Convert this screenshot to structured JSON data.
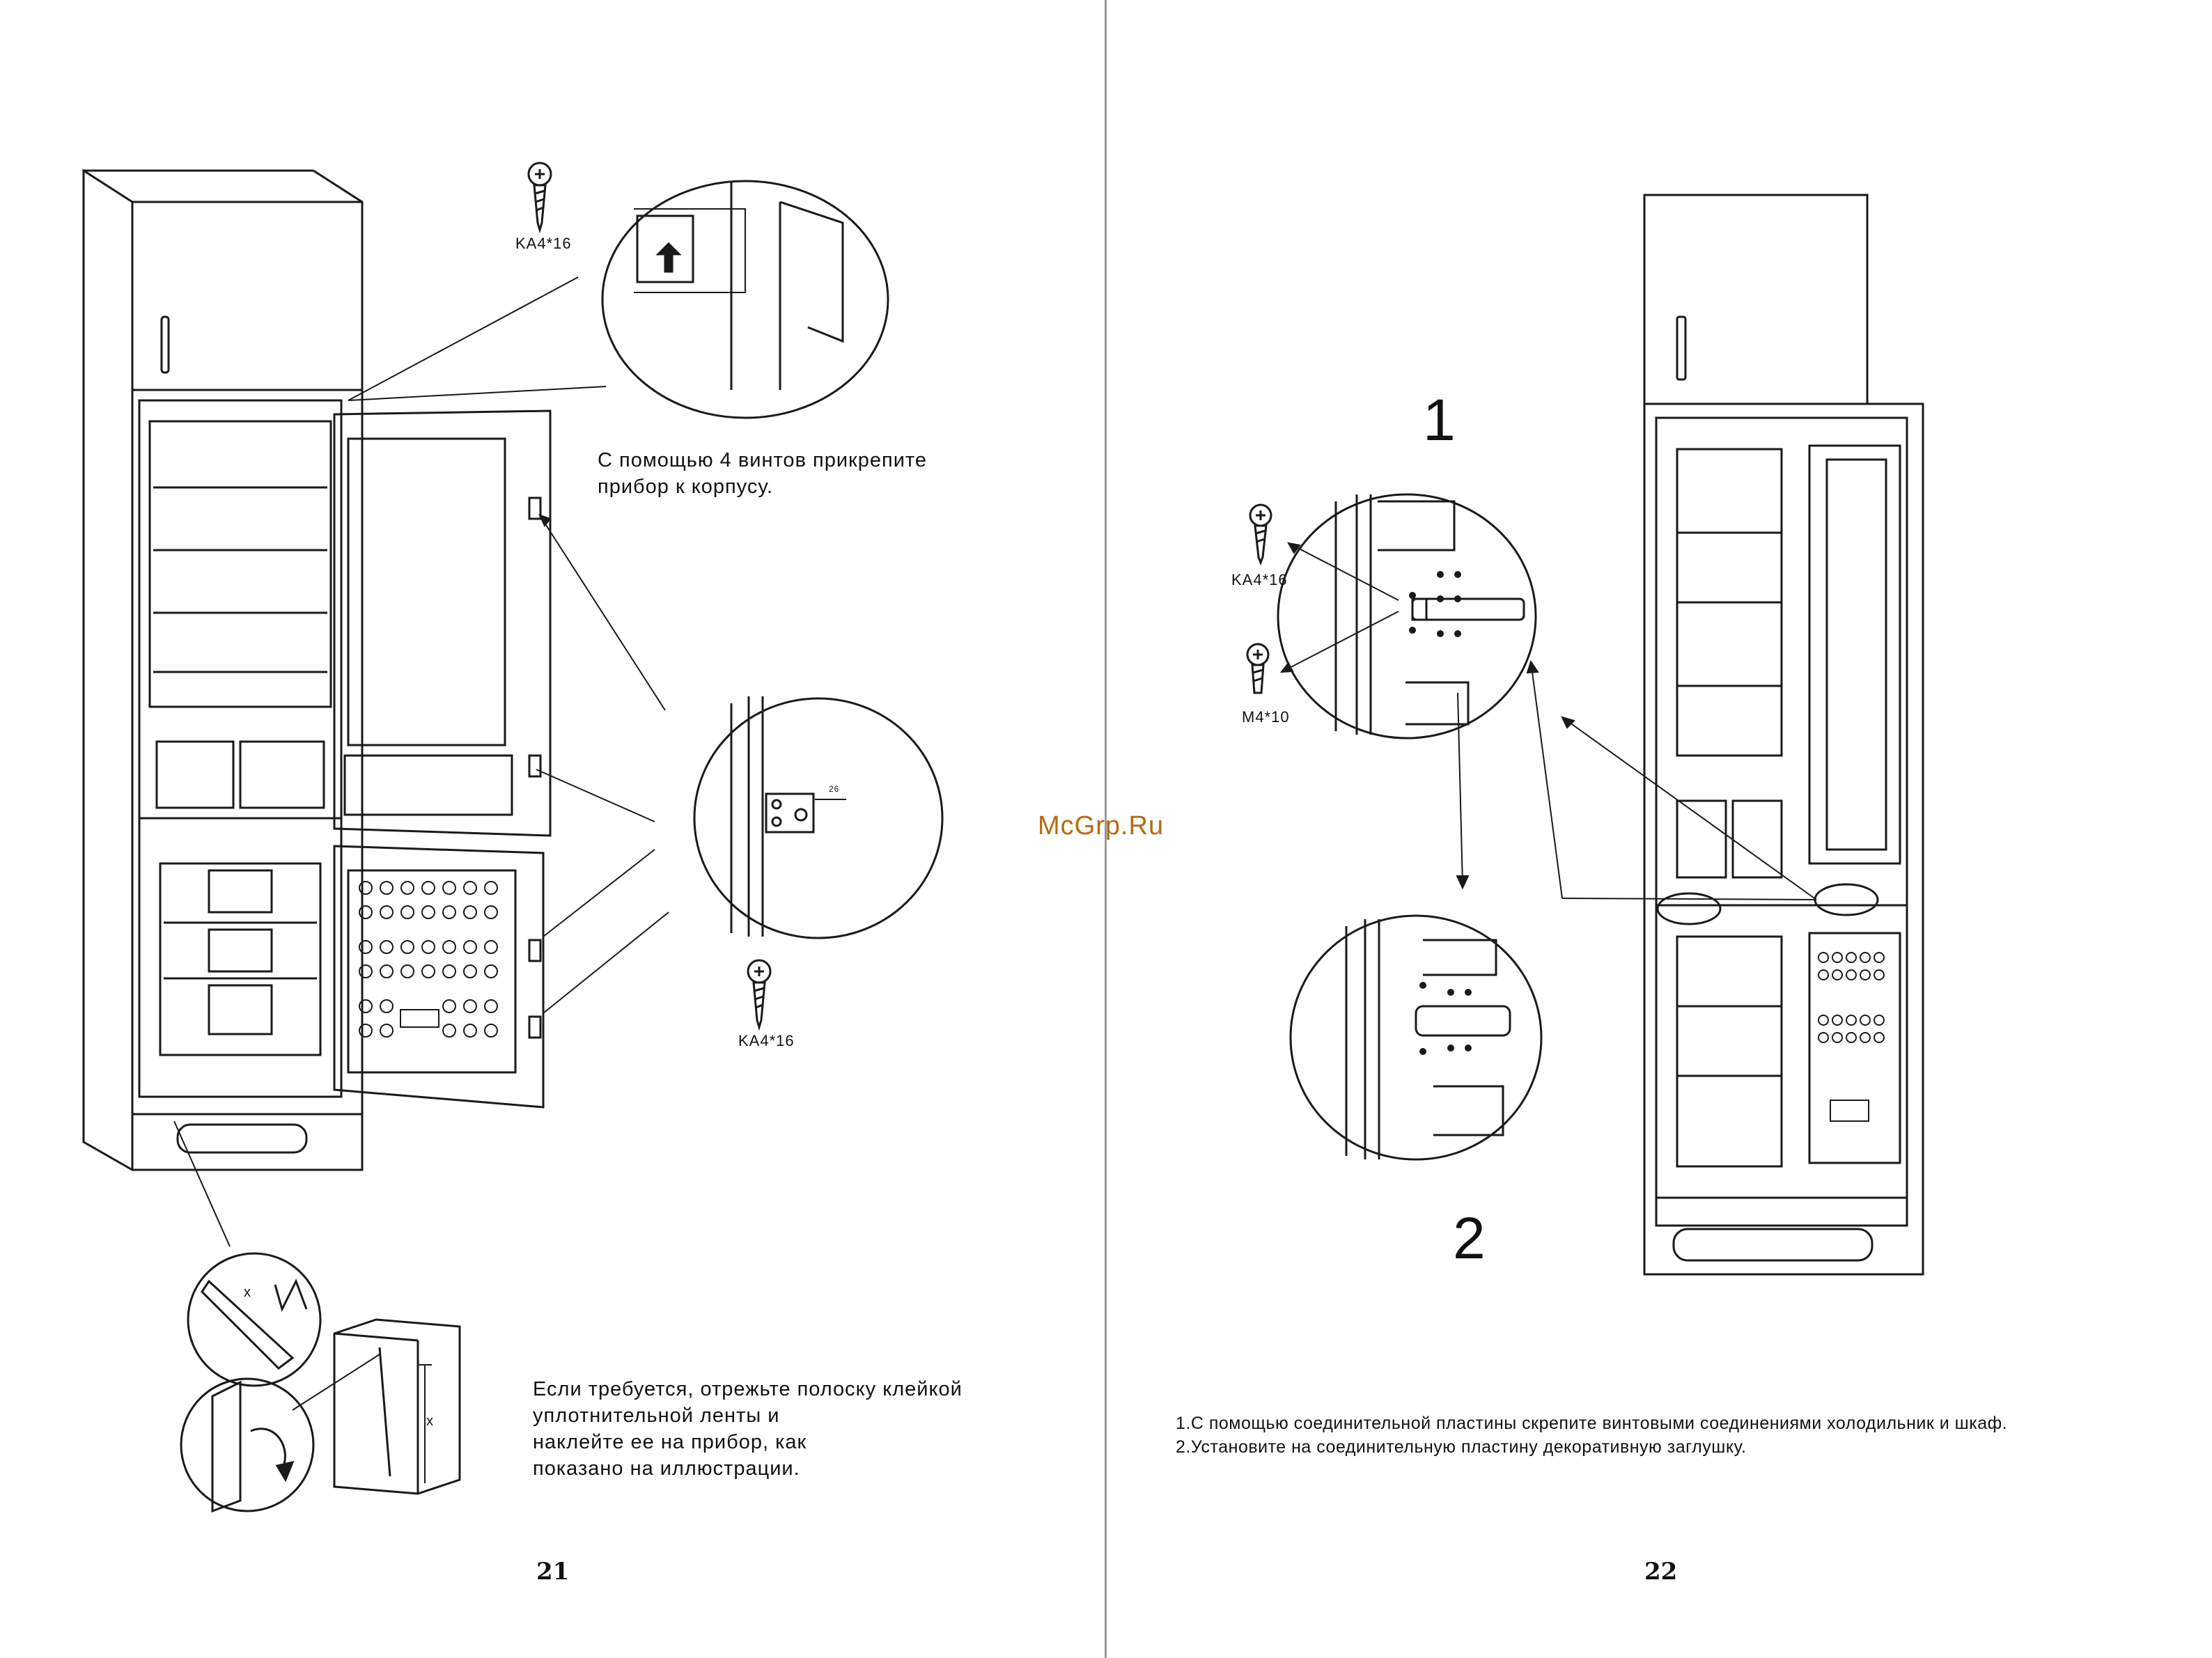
{
  "left_page": {
    "screw_top_label": "KA4*16",
    "screw_mid_label": "KA4*16",
    "instruction_screws": "С помощью 4 винтов прикрепите\nприбор к корпусу.",
    "instruction_tape": "Если требуется, отрежьте полоску клейкой\nуплотнительной ленты и\nнаклейте ее на прибор, как\nпоказано на иллюстрации.",
    "dimension_label": "26",
    "cut_label": "x",
    "height_label": "x",
    "page_number": "21"
  },
  "right_page": {
    "step1": "1",
    "step2": "2",
    "screw_a_label": "KA4*16",
    "screw_b_label": "M4*10",
    "note_1": "1.С помощью соединительной пластины скрепите винтовыми соединениями холодильник и шкаф.",
    "note_2": "2.Установите на соединительную пластину декоративную заглушку.",
    "page_number": "22"
  },
  "watermark": "McGrp.Ru",
  "colors": {
    "line": "#1a1a1a",
    "divider": "#9a9a9a",
    "watermark": "#b56a10"
  }
}
